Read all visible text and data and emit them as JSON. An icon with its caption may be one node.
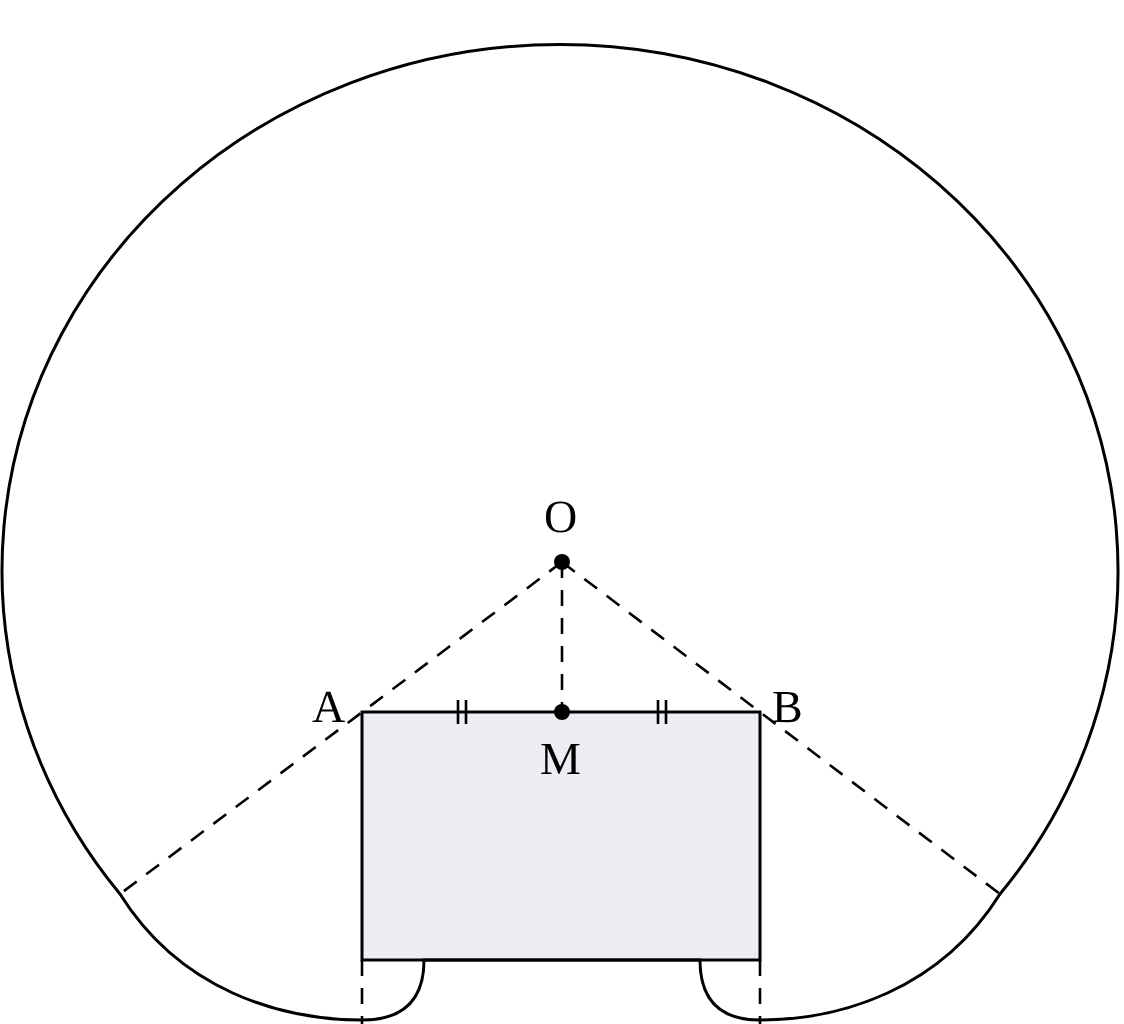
{
  "diagram": {
    "labels": [
      "O",
      "A",
      "B",
      "M"
    ]
  }
}
